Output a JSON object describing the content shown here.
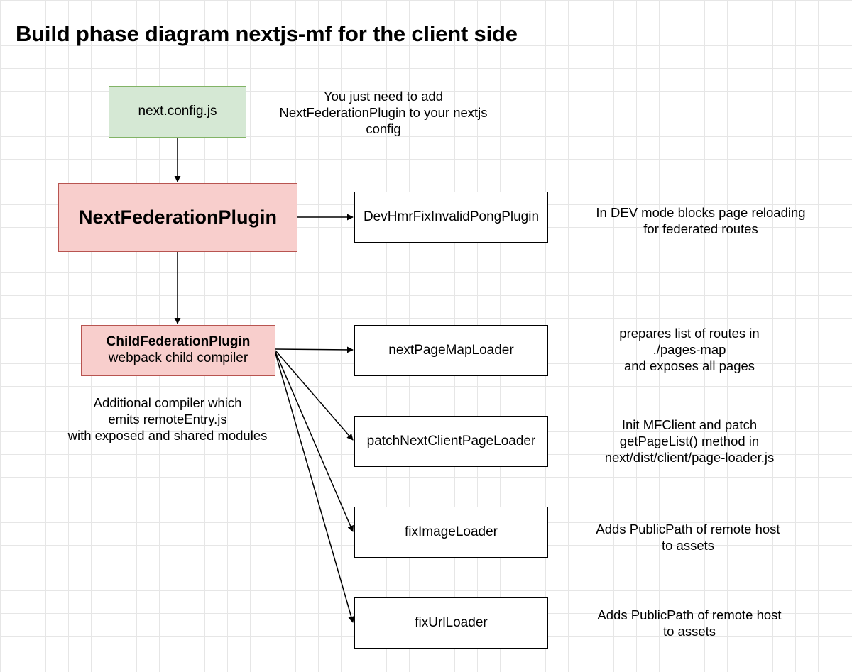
{
  "title": "Build phase diagram nextjs-mf for the client side",
  "nodes": {
    "next_config": {
      "label": "next.config.js"
    },
    "next_federation_plugin": {
      "label": "NextFederationPlugin"
    },
    "dev_hmr_fix": {
      "label": "DevHmrFixInvalidPongPlugin"
    },
    "child_federation_plugin": {
      "title": "ChildFederationPlugin",
      "subtitle": "webpack child compiler"
    },
    "next_page_map_loader": {
      "label": "nextPageMapLoader"
    },
    "patch_next_client_page_loader": {
      "label": "patchNextClientPageLoader"
    },
    "fix_image_loader": {
      "label": "fixImageLoader"
    },
    "fix_url_loader": {
      "label": "fixUrlLoader"
    }
  },
  "notes": {
    "config_note": [
      "You just need to add",
      "NextFederationPlugin to your nextjs",
      "config"
    ],
    "dev_hmr_note": [
      "In DEV mode blocks page reloading",
      "for federated routes"
    ],
    "child_note": [
      "Additional compiler which",
      "emits remoteEntry.js",
      "with exposed and shared modules"
    ],
    "page_map_note": [
      "prepares list of routes in",
      "./pages-map",
      "and exposes all pages"
    ],
    "patch_note": [
      "Init MFClient and patch",
      "getPageList() method in",
      "next/dist/client/page-loader.js"
    ],
    "image_note": [
      "Adds PublicPath of remote host",
      "to assets"
    ],
    "url_note": [
      "Adds PublicPath of remote host",
      "to assets"
    ]
  },
  "colors": {
    "config_fill": "#d5e8d4",
    "config_stroke": "#82b366",
    "plugin_fill": "#f8cecc",
    "plugin_stroke": "#b85450",
    "grid": "#e6e6e6"
  }
}
